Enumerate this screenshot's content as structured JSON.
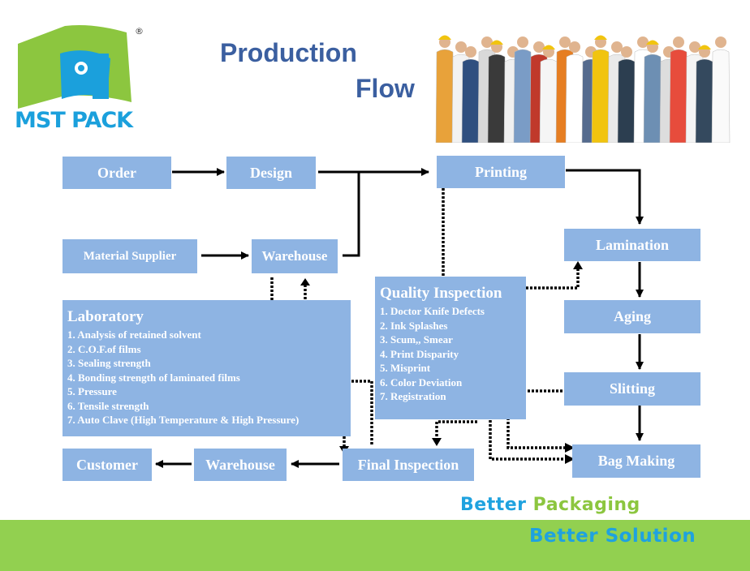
{
  "brand": {
    "logo_text": "MST PACK",
    "registered_mark": "®"
  },
  "title": {
    "line1": "Production",
    "line2": "Flow"
  },
  "nodes": {
    "order": "Order",
    "design": "Design",
    "printing": "Printing",
    "material_supplier": "Material Supplier",
    "warehouse_top": "Warehouse",
    "lamination": "Lamination",
    "aging": "Aging",
    "slitting": "Slitting",
    "bag_making": "Bag Making",
    "final_inspection": "Final Inspection",
    "warehouse_bottom": "Warehouse",
    "customer": "Customer"
  },
  "quality_inspection": {
    "title": "Quality Inspection",
    "items": [
      "1. Doctor Knife Defects",
      "2. Ink Splashes",
      "3. Scum,, Smear",
      "4. Print Disparity",
      "5. Misprint",
      "6. Color Deviation",
      "7. Registration"
    ]
  },
  "laboratory": {
    "title": "Laboratory",
    "items": [
      "1. Analysis of retained solvent",
      "2. C.O.F.of films",
      "3. Sealing  strength",
      "4. Bonding strength of laminated films",
      "5. Pressure",
      "6. Tensile strength",
      "7. Auto Clave (High Temperature & High Pressure)"
    ]
  },
  "slogan": {
    "line1_word1": "Better",
    "line1_word2": "Packaging",
    "line2": "Better Solution"
  },
  "colors": {
    "box": "#8eb4e3",
    "green": "#92d050",
    "blue_text": "#1fa2df",
    "title": "#3b5fa0"
  }
}
